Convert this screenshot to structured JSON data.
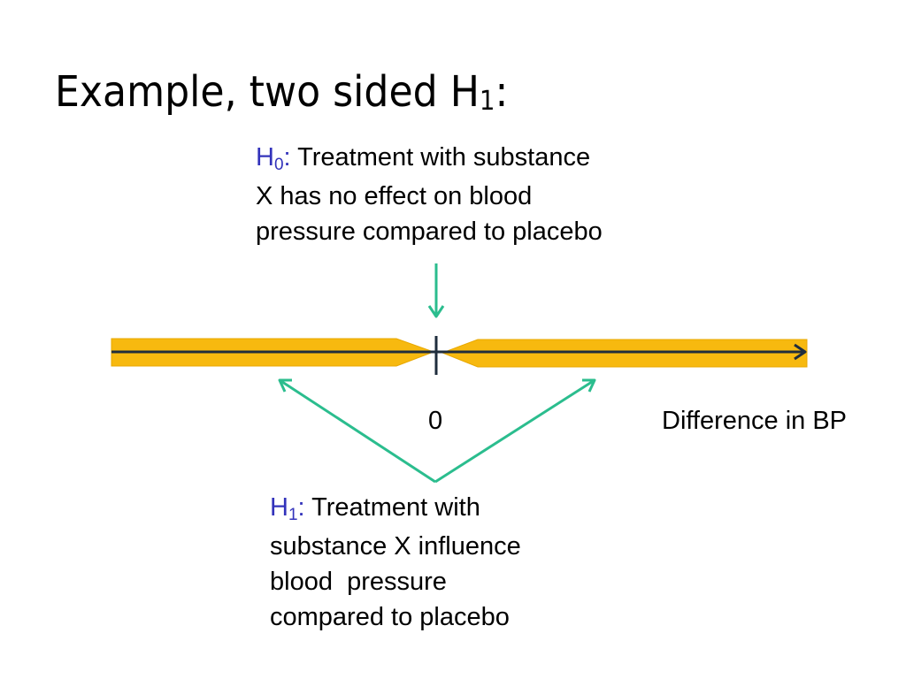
{
  "title": {
    "main": "Example, two sided H",
    "sub": "1",
    "suffix": ":"
  },
  "h0": {
    "label_main": "H",
    "label_sub": "0",
    "label_colon": ":",
    "line1": " Treatment with substance",
    "line2": "X has no effect on blood",
    "line3": "pressure compared to placebo"
  },
  "h1": {
    "label_main": "H",
    "label_sub": "1",
    "label_colon": ":",
    "line1": " Treatment with",
    "line2": "substance X influence",
    "line3": "blood  pressure",
    "line4": "compared to placebo"
  },
  "axis": {
    "zero_label": "0",
    "label": "Difference in BP"
  },
  "colors": {
    "band": "#f7b90f",
    "axis_line": "#1f2d3d",
    "arrow": "#2bbd8e",
    "hypothesis_label": "#3333bb"
  }
}
